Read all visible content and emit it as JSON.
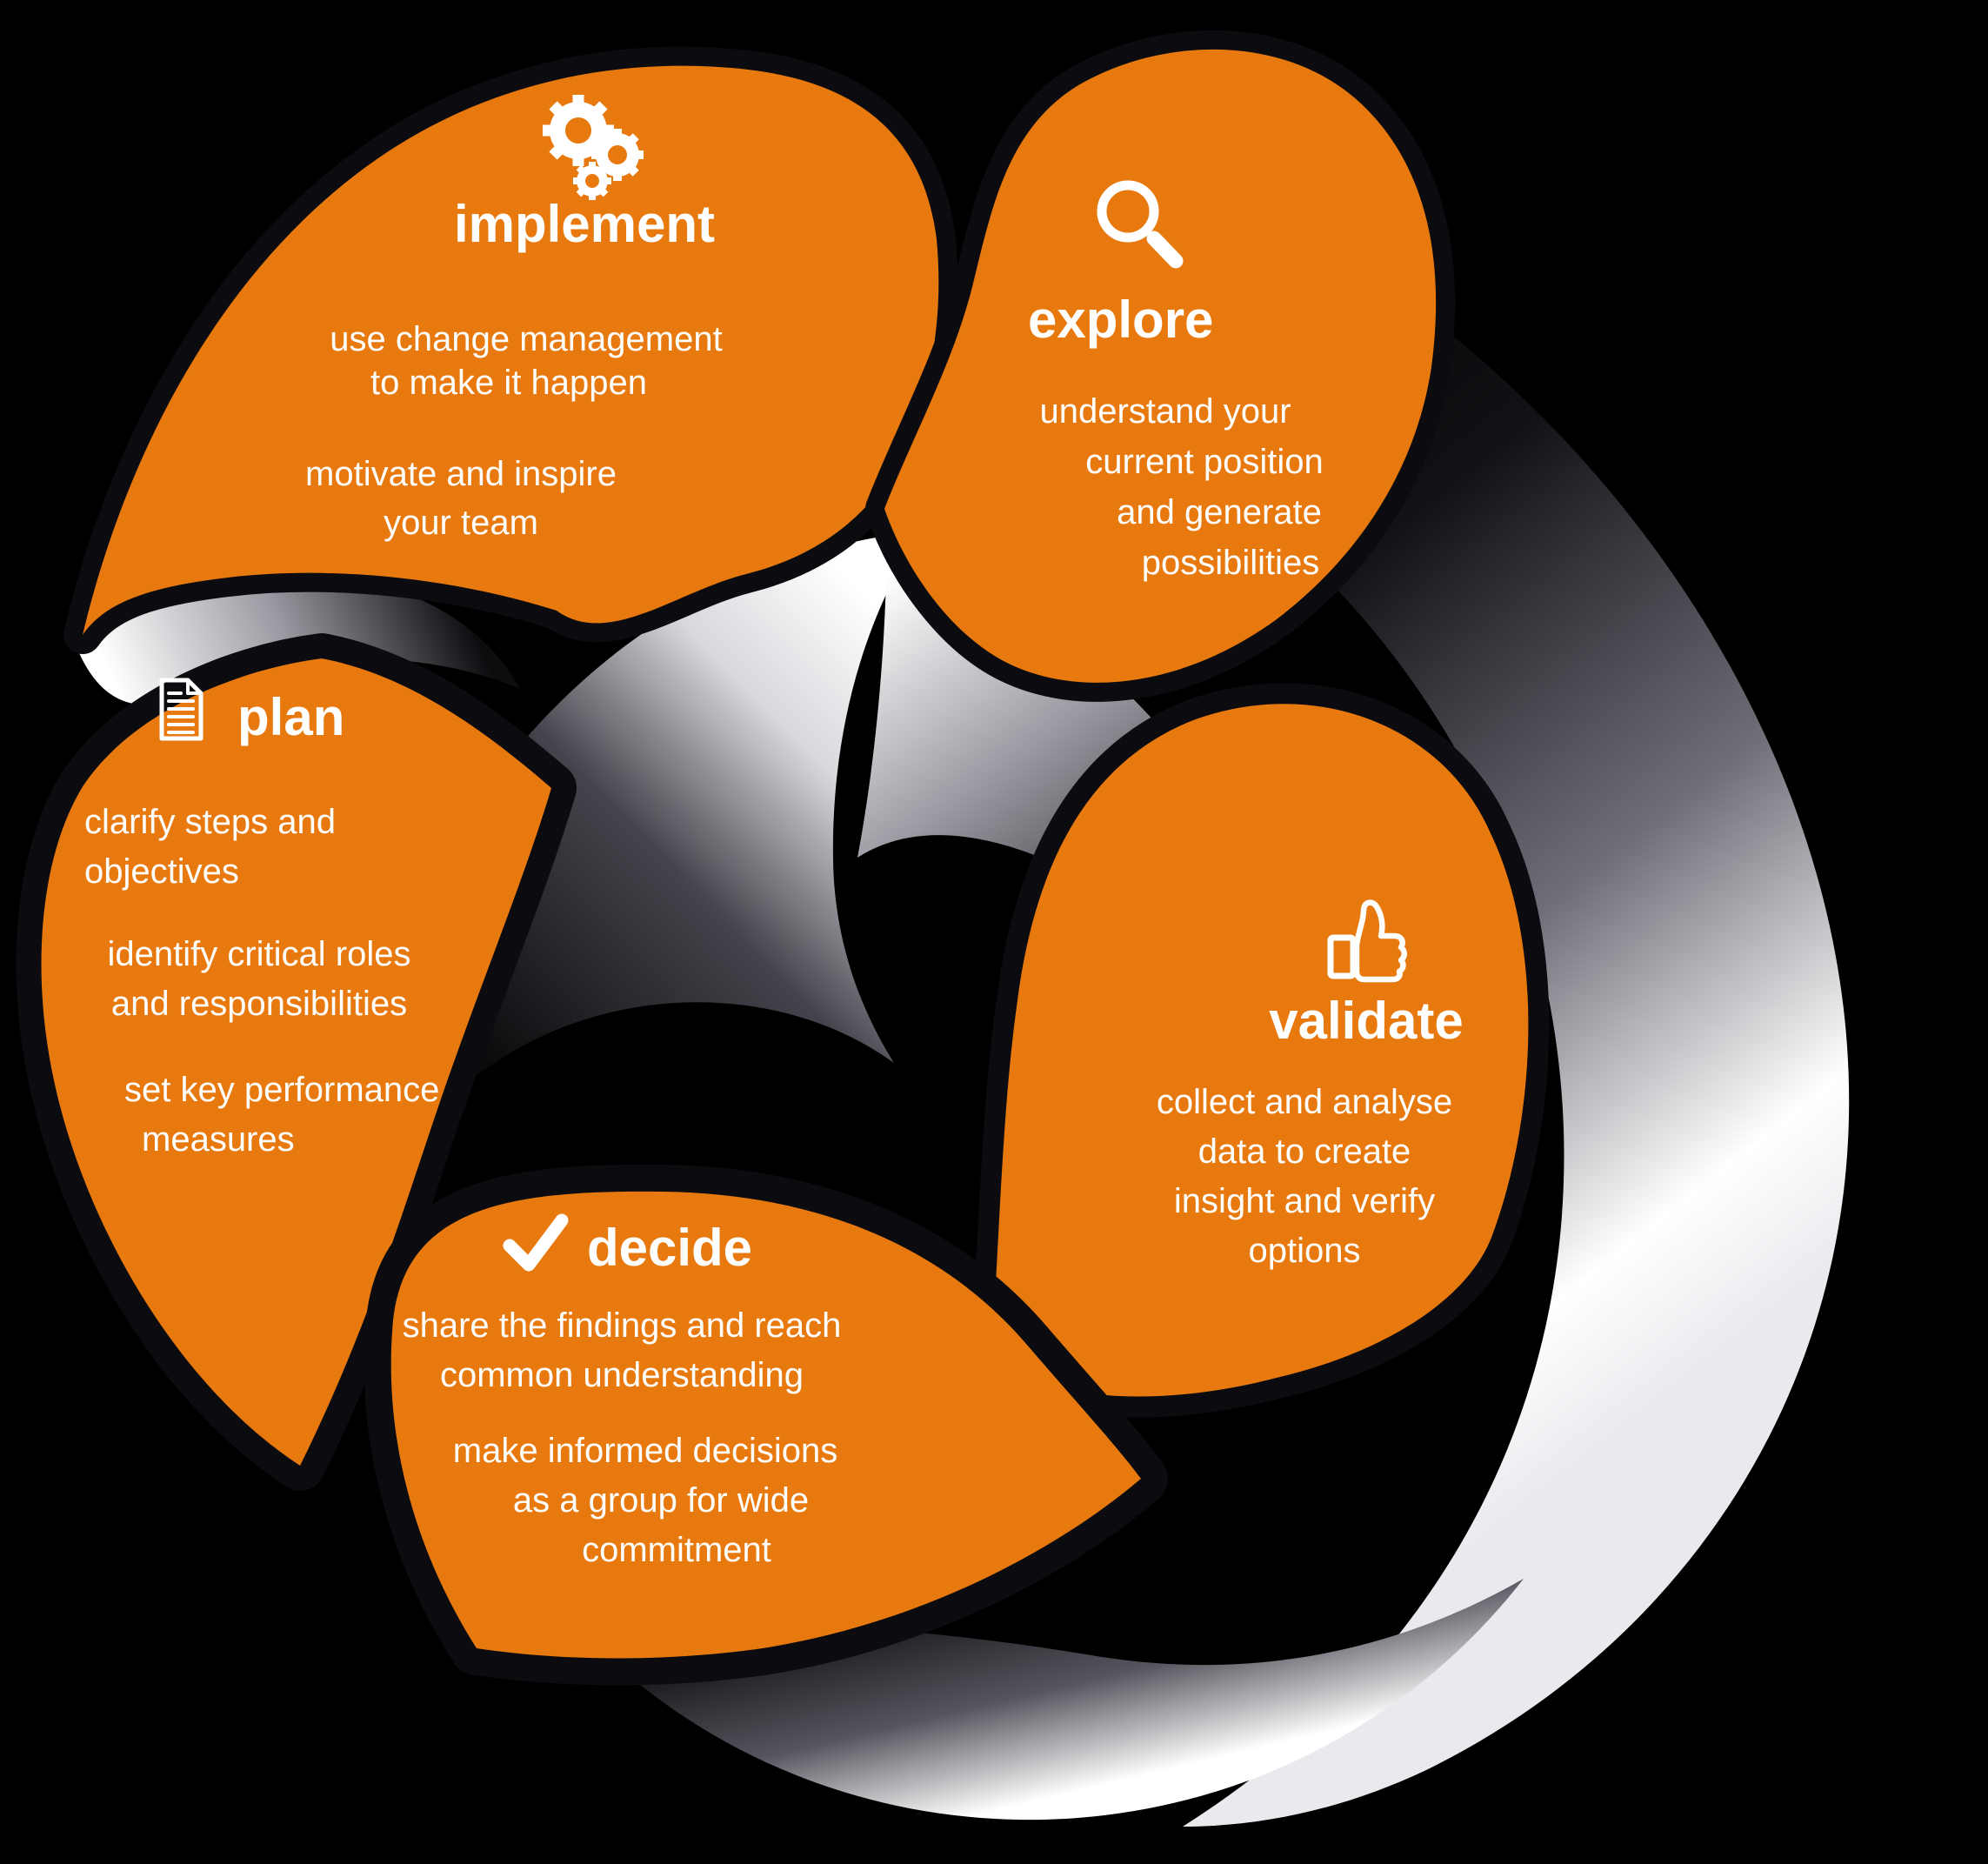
{
  "colors": {
    "background": "#000000",
    "accent_orange": "#E8790E",
    "text": "#FFFFFF",
    "shadow_dark": "#0C0C10"
  },
  "diagram": {
    "type": "five-stage-cycle",
    "stages": [
      {
        "id": "implement",
        "title": "implement",
        "icon": "gears-icon",
        "paragraphs": [
          [
            "use change management",
            "to make it happen"
          ],
          [
            "motivate and inspire",
            "your team"
          ]
        ]
      },
      {
        "id": "explore",
        "title": "explore",
        "icon": "magnifying-glass-icon",
        "paragraphs": [
          [
            "understand your",
            "current position",
            "and generate",
            "possibilities"
          ]
        ]
      },
      {
        "id": "plan",
        "title": "plan",
        "icon": "document-icon",
        "paragraphs": [
          [
            "clarify steps and",
            "objectives"
          ],
          [
            "identify critical roles",
            "and responsibilities"
          ],
          [
            "set key performance",
            "measures"
          ]
        ]
      },
      {
        "id": "validate",
        "title": "validate",
        "icon": "thumbs-up-icon",
        "paragraphs": [
          [
            "collect and analyse",
            "data to create",
            "insight and verify",
            "options"
          ]
        ]
      },
      {
        "id": "decide",
        "title": "decide",
        "icon": "check-icon",
        "paragraphs": [
          [
            "share the findings and reach",
            "common understanding"
          ],
          [
            "make informed decisions",
            "as a group for wide",
            "commitment"
          ]
        ]
      }
    ]
  }
}
